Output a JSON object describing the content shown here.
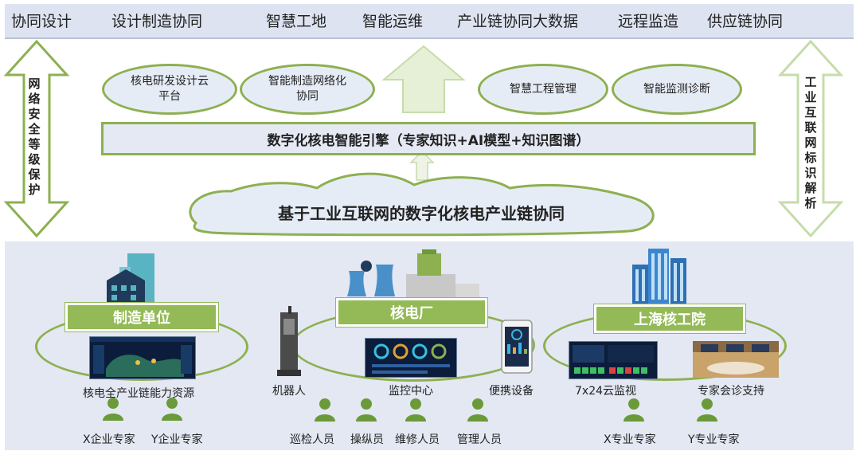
{
  "top_nav": [
    "协同设计",
    "设计制造协同",
    "智慧工地",
    "智能运维",
    "产业链协同大数据",
    "远程监造",
    "供应链协同"
  ],
  "left_arrow_label": "网络安全等级保护",
  "right_arrow_label": "工业互联网标识解析",
  "applications": [
    "核电研发设计云平台",
    "智能制造网络化协同",
    "智慧工程管理",
    "智能监测诊断"
  ],
  "engine_label": "数字化核电智能引擎（专家知识+AI模型+知识图谱）",
  "cloud_label": "基于工业互联网的数字化核电产业链协同",
  "units": {
    "manufacturer": {
      "label": "制造单位",
      "device_caption": "核电全产业链能力资源",
      "people": [
        "X企业专家",
        "Y企业专家"
      ]
    },
    "plant": {
      "label": "核电厂",
      "devices": [
        "机器人",
        "监控中心",
        "便携设备"
      ],
      "people": [
        "巡检人员",
        "操纵员",
        "维修人员",
        "管理人员"
      ]
    },
    "institute": {
      "label": "上海核工院",
      "devices": [
        "7x24云监视",
        "专家会诊支持"
      ],
      "people": [
        "X专业专家",
        "Y专业专家"
      ]
    }
  },
  "colors": {
    "accent_green": "#8db050",
    "label_green": "#93ba56",
    "panel_blue": "#e3e8f3",
    "person_green": "#6a9a3a"
  }
}
